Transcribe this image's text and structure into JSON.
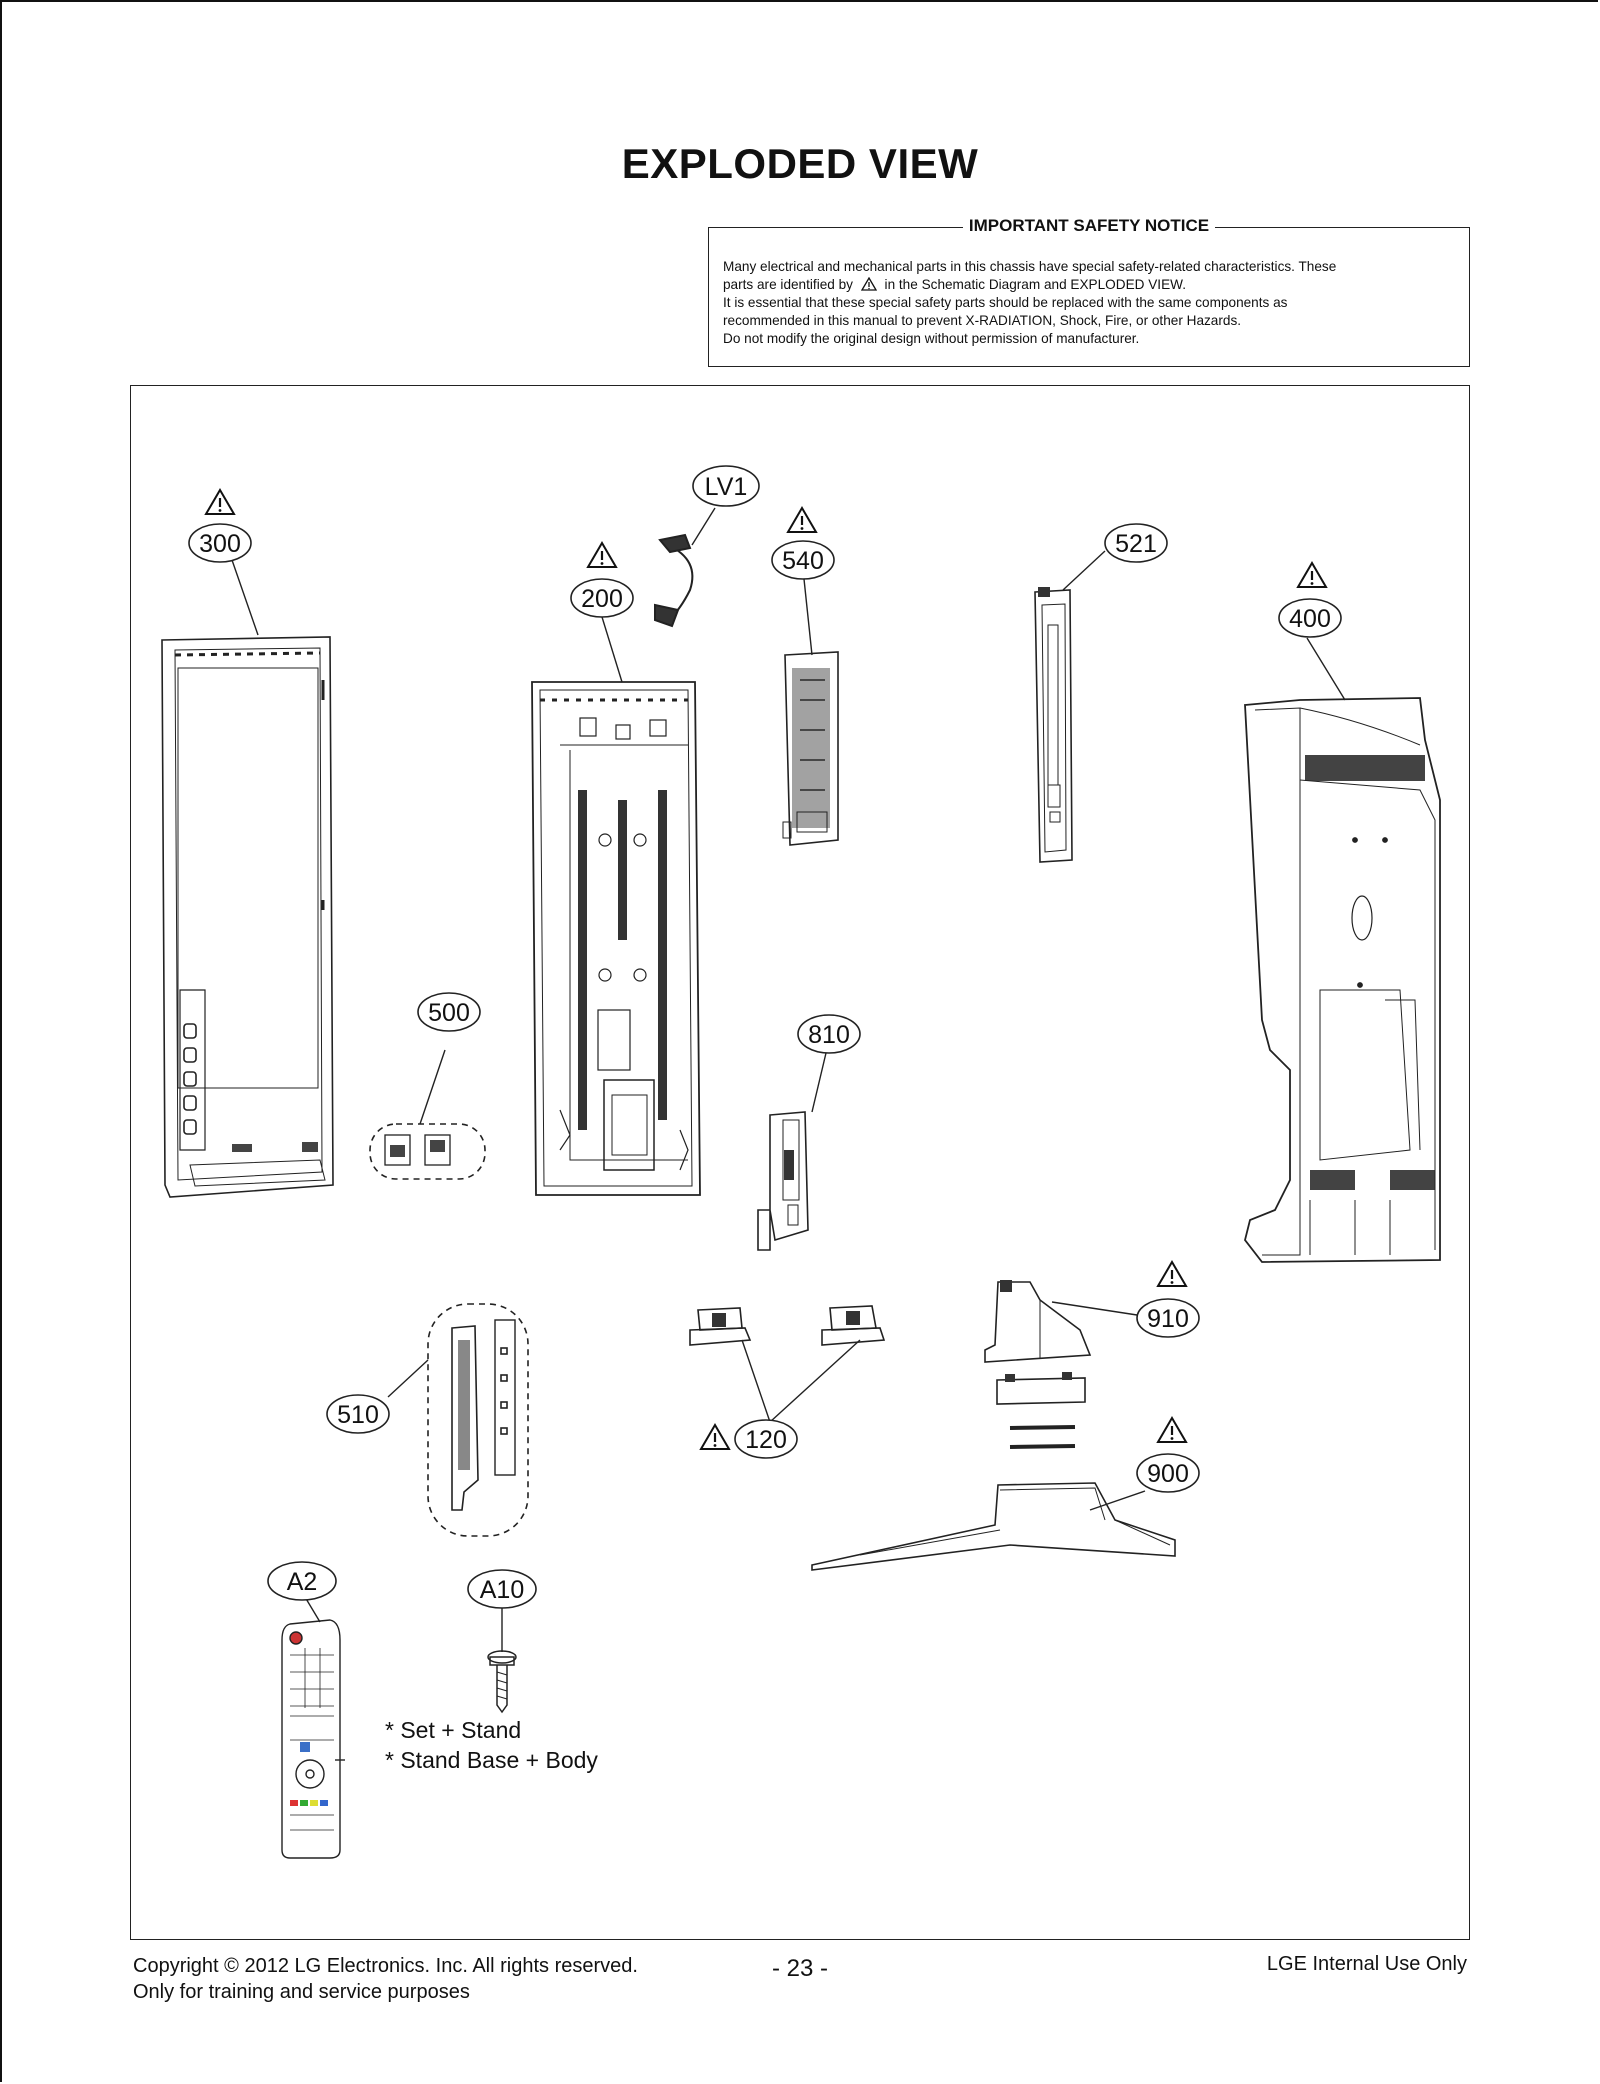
{
  "page": {
    "title": "EXPLODED VIEW"
  },
  "notice": {
    "title": "IMPORTANT SAFETY NOTICE",
    "line1": "Many electrical and mechanical parts in this chassis have special safety-related characteristics. These",
    "line2a": "parts are identified by",
    "line2b": "in the Schematic Diagram and EXPLODED VIEW.",
    "line3": "It is essential that these special safety parts should be replaced with the same components as",
    "line4": "recommended in this manual to prevent X-RADIATION, Shock, Fire, or other Hazards.",
    "line5": "Do not modify the original design without permission of manufacturer."
  },
  "callouts": {
    "c300": "300",
    "c200": "200",
    "lv1": "LV1",
    "c540": "540",
    "c521": "521",
    "c400": "400",
    "c500": "500",
    "c810": "810",
    "c910": "910",
    "c510": "510",
    "c120": "120",
    "c900": "900",
    "a2": "A2",
    "a10": "A10"
  },
  "notes": {
    "line1": "* Set + Stand",
    "line2": "* Stand Base + Body"
  },
  "footer": {
    "copyright": "Copyright © 2012 LG Electronics. Inc. All rights reserved.",
    "purpose": "Only for training and service purposes",
    "page_number": "- 23 -",
    "internal": "LGE Internal Use Only"
  },
  "icons": {
    "safety": "warning-triangle-icon"
  }
}
